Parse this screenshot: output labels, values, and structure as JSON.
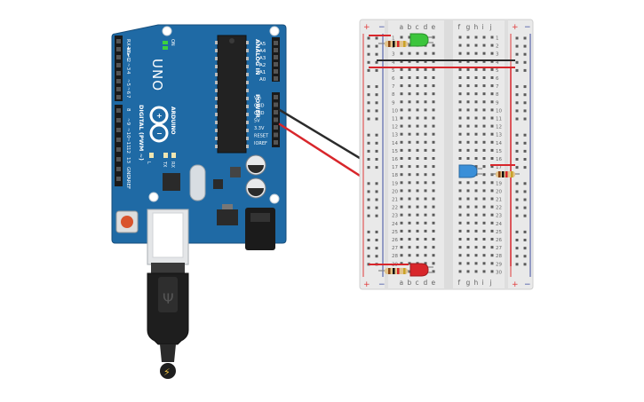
{
  "arduino": {
    "model": "UNO",
    "brand": "ARDUINO",
    "on_label": "ON",
    "digital_header": "DIGITAL (PWM ~)",
    "analog_header": "ANALOG IN",
    "power_header": "POWER",
    "tx_label": "TX",
    "rx_label": "RX",
    "l_label": "L",
    "digital_pins": [
      "RX◄0",
      "TX►1",
      "~2",
      "~3",
      "4",
      "~5",
      "~6",
      "7",
      "8",
      "~9",
      "~10",
      "~11",
      "12",
      "13",
      "GND",
      "AREF"
    ],
    "analog_pins": [
      "A5",
      "A4",
      "A3",
      "A2",
      "A1",
      "A0"
    ],
    "power_pins": [
      "Vin",
      "GND",
      "GND",
      "5V",
      "3.3V",
      "RESET",
      "IOREF"
    ]
  },
  "breadboard": {
    "columns_left": [
      "a",
      "b",
      "c",
      "d",
      "e"
    ],
    "columns_right": [
      "f",
      "g",
      "h",
      "i",
      "j"
    ],
    "row_count": 30,
    "plus_label": "+",
    "minus_label": "−"
  },
  "components": {
    "led_green_color": "#3cc53c",
    "led_blue_color": "#3a8fd8",
    "led_red_color": "#d8262b"
  },
  "colors": {
    "board": "#1f6aa5",
    "wire_black": "#2b2b2b",
    "wire_red": "#d8262b",
    "rail_red": "#e03a3a",
    "rail_blue": "#3a4aa0"
  },
  "cable": {
    "plug_icon": "⚡"
  }
}
